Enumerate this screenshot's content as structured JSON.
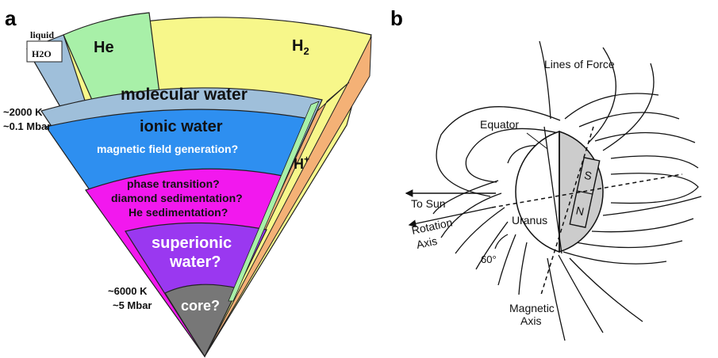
{
  "panels": {
    "a": "a",
    "b": "b"
  },
  "interior": {
    "liquid": "liquid",
    "h2o": "H2O",
    "he": "He",
    "h2": "H",
    "h2_sub": "2",
    "molecular_water": "molecular water",
    "ionic_water": "ionic water",
    "magnetic_field": "magnetic field generation?",
    "phase_transition": "phase transition?",
    "diamond": "diamond sedimentation?",
    "he_sed": "He sedimentation?",
    "h_plus": "H",
    "h_plus_sup": "+",
    "superionic_1": "superionic",
    "superionic_2": "water?",
    "core": "core?",
    "cond_top_t": "~2000 K",
    "cond_top_p": "~0.1 Mbar",
    "cond_bot_t": "~6000 K",
    "cond_bot_p": "~5 Mbar"
  },
  "colors": {
    "liquid_h2o": "#9fbfda",
    "he": "#a8f0a8",
    "h2": "#f7f78a",
    "molecular_water": "#9fbfda",
    "ionic_water": "#2e8ff0",
    "phase_layer": "#f218ee",
    "superionic": "#9a38f0",
    "core": "#777777",
    "h_plus_band": "#f4b176",
    "green_band": "#a8f0a8"
  },
  "magnetosphere": {
    "lines_of_force": "Lines of Force",
    "equator": "Equator",
    "to_sun": "To Sun",
    "rotation": "Rotation",
    "axis": "Axis",
    "uranus": "Uranus",
    "angle": "60°",
    "magnetic": "Magnetic",
    "magnetic_axis": "Axis",
    "magnet_s": "S",
    "magnet_n": "N"
  }
}
